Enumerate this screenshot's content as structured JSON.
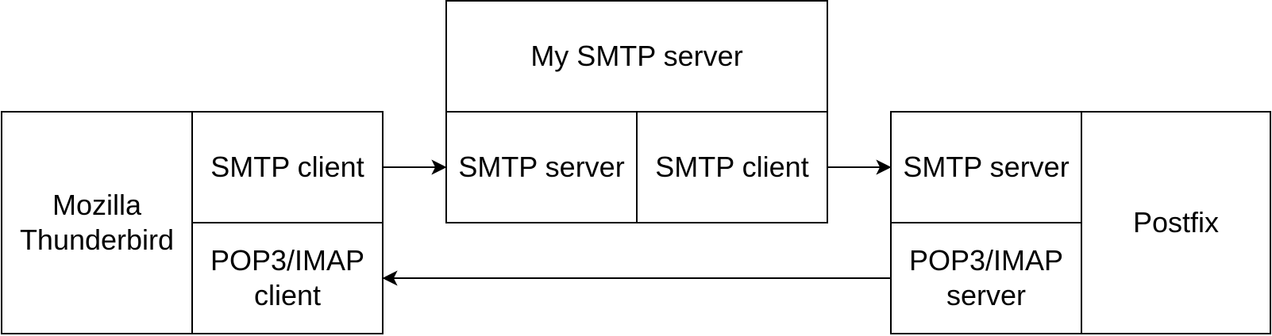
{
  "thunderbird": {
    "name": "Mozilla\nThunderbird",
    "smtp_client": "SMTP client",
    "pop3_imap_client": "POP3/IMAP\nclient"
  },
  "my_smtp_server": {
    "title": "My SMTP server",
    "smtp_server": "SMTP server",
    "smtp_client": "SMTP client"
  },
  "postfix": {
    "name": "Postfix",
    "smtp_server": "SMTP server",
    "pop3_imap_server": "POP3/IMAP\nserver"
  },
  "colors": {
    "stroke": "#000000",
    "fill": "#ffffff"
  }
}
